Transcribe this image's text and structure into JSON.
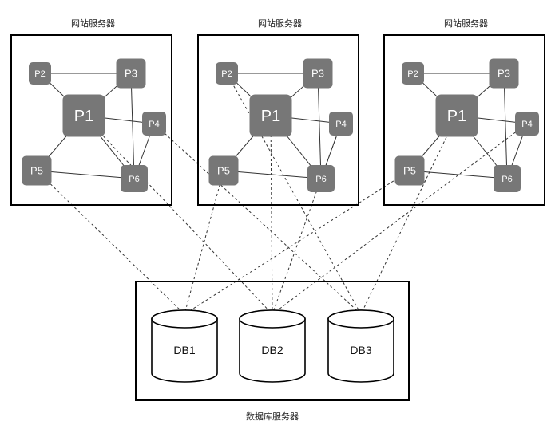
{
  "web_servers": [
    {
      "label": "网站服务器",
      "nodes": [
        "P1",
        "P2",
        "P3",
        "P4",
        "P5",
        "P6"
      ]
    },
    {
      "label": "网站服务器",
      "nodes": [
        "P1",
        "P2",
        "P3",
        "P4",
        "P5",
        "P6"
      ]
    },
    {
      "label": "网站服务器",
      "nodes": [
        "P1",
        "P2",
        "P3",
        "P4",
        "P5",
        "P6"
      ]
    }
  ],
  "db_server": {
    "label": "数据库服务器",
    "databases": [
      "DB1",
      "DB2",
      "DB3"
    ]
  }
}
